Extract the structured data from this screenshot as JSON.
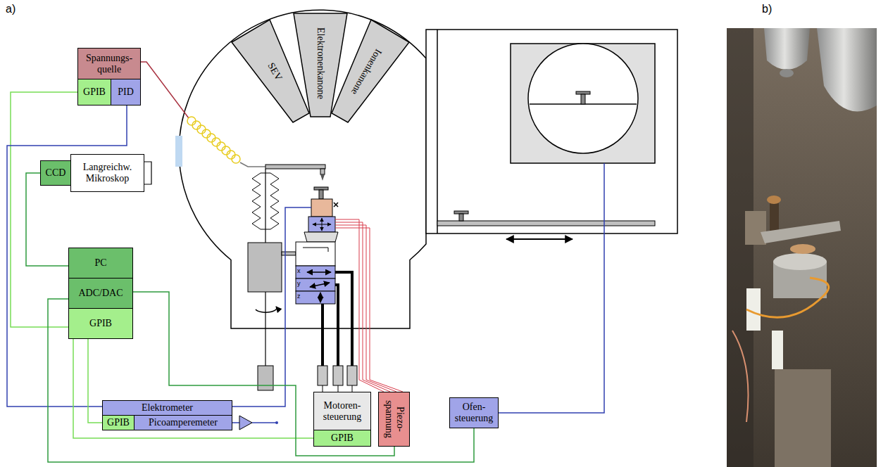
{
  "diagram": {
    "nodes": [
      {
        "text": [
          "Spannungs- quelle"
        ]
      },
      {
        "text": [
          "GPIB"
        ],
        "in": 0
      },
      {
        "text": [
          "PID"
        ],
        "in": 0
      },
      {
        "text": [
          "SEV"
        ]
      },
      {
        "text": [
          "Elektronenkanone"
        ]
      },
      {
        "text": [
          "Ionenkanone"
        ]
      },
      {
        "text": [
          "CCD"
        ]
      },
      {
        "text": [
          "Langreichw. Mikroskop"
        ]
      },
      {
        "text": [
          "PC"
        ]
      },
      {
        "text": [
          "ADC/DAC"
        ],
        "in": 8
      },
      {
        "text": [
          "GPIB"
        ],
        "in": 8
      },
      {
        "text": [
          "Elektrometer"
        ]
      },
      {
        "text": [
          "GPIB"
        ],
        "in": 11
      },
      {
        "text": [
          "Picoamperemeter"
        ],
        "in": 11
      },
      {
        "text": [
          "Motoren- steuerung"
        ]
      },
      {
        "text": [
          "GPIB"
        ],
        "in": 14
      },
      {
        "text": [
          "Piezo- spannung"
        ]
      },
      {
        "text": [
          "Ofen- steuerung"
        ]
      }
    ],
    "edges": [
      {
        "from": 10,
        "to": 1,
        "arrow": "none"
      },
      {
        "from": 2,
        "to": 11,
        "arrow": "none"
      },
      {
        "from": 6,
        "to": 8,
        "arrow": "none"
      },
      {
        "from": 10,
        "to": 12,
        "arrow": "none"
      },
      {
        "from": 10,
        "to": 15,
        "arrow": "none"
      },
      {
        "from": 9,
        "to": 16,
        "arrow": "none"
      },
      {
        "from": 8,
        "to": 17,
        "arrow": "none"
      }
    ],
    "labels": [
      "a)",
      "b)",
      "x",
      "y",
      "z"
    ]
  }
}
